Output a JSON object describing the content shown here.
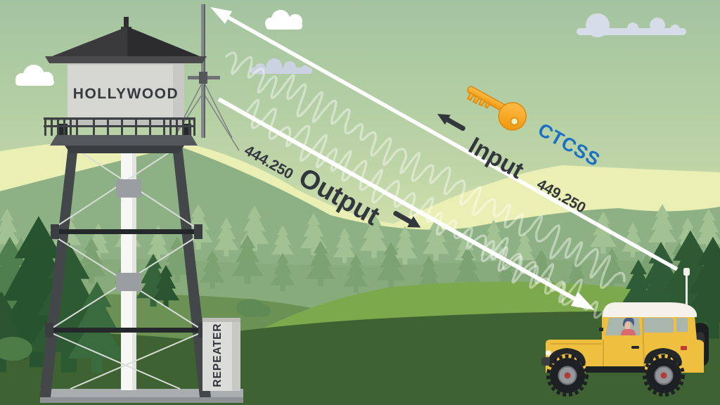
{
  "diagram": {
    "tower": {
      "sign": "HOLLYWOOD"
    },
    "repeater": {
      "label": "REPEATER"
    },
    "input_path": {
      "direction_icon": "←",
      "label": "Input",
      "frequency": "449.250",
      "tone_key_label": "CTCSS",
      "key_icon": "key-icon"
    },
    "output_path": {
      "frequency": "444.250",
      "label": "Output",
      "direction_icon": "→"
    },
    "colors": {
      "ctcss_blue": "#1b70c4",
      "key_orange_light": "#ffc14d",
      "key_orange_dark": "#f29b13",
      "key_outline": "#db8b10",
      "label_charcoal": "#32363d",
      "arrow_white": "#ffffff",
      "jeep_yellow": "#efbf3f",
      "sky_top": "#a3c4a0",
      "sky_horizon": "#f0f2be",
      "foreground_green": "#3e6231"
    }
  }
}
